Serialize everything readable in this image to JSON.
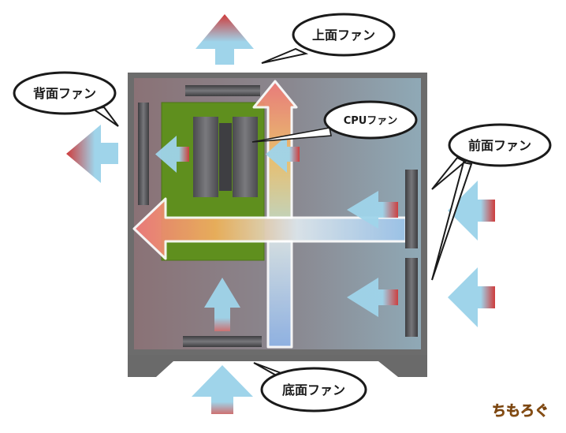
{
  "labels": {
    "top_fan": "上面ファン",
    "rear_fan": "背面ファン",
    "cpu_fan": "CPUファン",
    "front_fan": "前面ファン",
    "bottom_fan": "底面ファン"
  },
  "logo": "ちもろぐ",
  "colors": {
    "intake": "#9fd4ea",
    "exhaust": "#cf3b3b",
    "case_frame": "#6e6e6e",
    "case_interior": "#8a7d80",
    "motherboard": "#5f8f1e"
  },
  "icons": {
    "airflow": "arrow-icon",
    "callout": "speech-bubble-icon"
  }
}
